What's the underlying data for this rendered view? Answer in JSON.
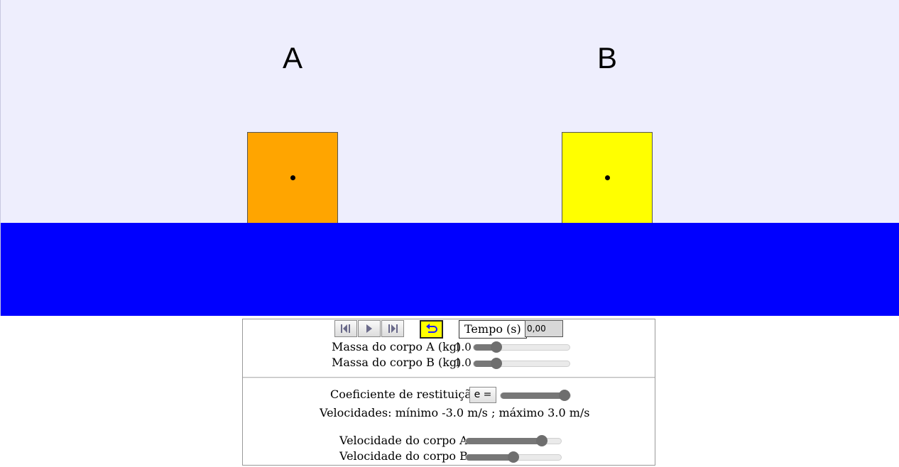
{
  "simulation": {
    "body_a": {
      "label": "A",
      "color": "#ffa500"
    },
    "body_b": {
      "label": "B",
      "color": "#ffff00"
    },
    "floor_color": "#0000ff",
    "background_color": "#eeeefd"
  },
  "controls": {
    "playback": {
      "step_back": "step-back-icon",
      "play": "play-icon",
      "step_forward": "step-forward-icon"
    },
    "reset": {
      "icon": "reset-icon",
      "color": "#ffff00"
    },
    "time_label": "Tempo (s)",
    "time_value": "0,00",
    "mass_a": {
      "label": "Massa do corpo A (kg)",
      "value": "1.0",
      "slider_fraction": 0.24
    },
    "mass_b": {
      "label": "Massa do corpo B (kg)",
      "value": "1.0",
      "slider_fraction": 0.24
    },
    "restitution": {
      "label": "Coeficiente de restituição",
      "button_label": "e =",
      "slider_fraction": 1.0
    },
    "velocity_range_text": "Velocidades: mínimo -3.0 m/s ; máximo 3.0 m/s",
    "velocity_a": {
      "label": "Velocidade do corpo A",
      "slider_fraction": 0.8
    },
    "velocity_b": {
      "label": "Velocidade do corpo B",
      "slider_fraction": 0.5
    }
  }
}
